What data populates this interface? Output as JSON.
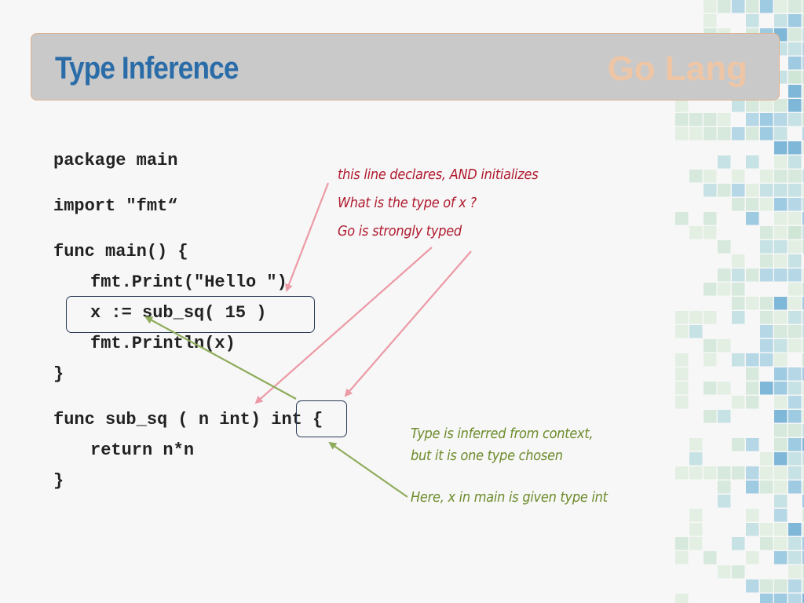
{
  "slide": {
    "title": "Type Inference",
    "brand": "Go Lang"
  },
  "code": {
    "lines": [
      "package main",
      "import \"fmt“",
      "func main() {",
      "fmt.Print(\"Hello \")",
      "x := sub_sq( 15 )",
      "fmt.Println(x)",
      "}",
      "func sub_sq ( n int) int {",
      "return n*n",
      "}"
    ]
  },
  "annotations": {
    "declare_init": "this line declares, AND initializes",
    "type_question": "What is the type of x ?",
    "strongly_typed": "Go is strongly typed",
    "inferred_1": "Type is inferred from context,",
    "inferred_2": "but it is one type chosen",
    "given_type": "Here, x in main is given type int"
  },
  "colors": {
    "title": "#2a6ca8",
    "brand": "#f2c6a4",
    "note_red": "#b01a2e",
    "note_green": "#6c8b2a",
    "arrow_pink": "#ec9aa6",
    "arrow_green": "#8fac5c"
  }
}
